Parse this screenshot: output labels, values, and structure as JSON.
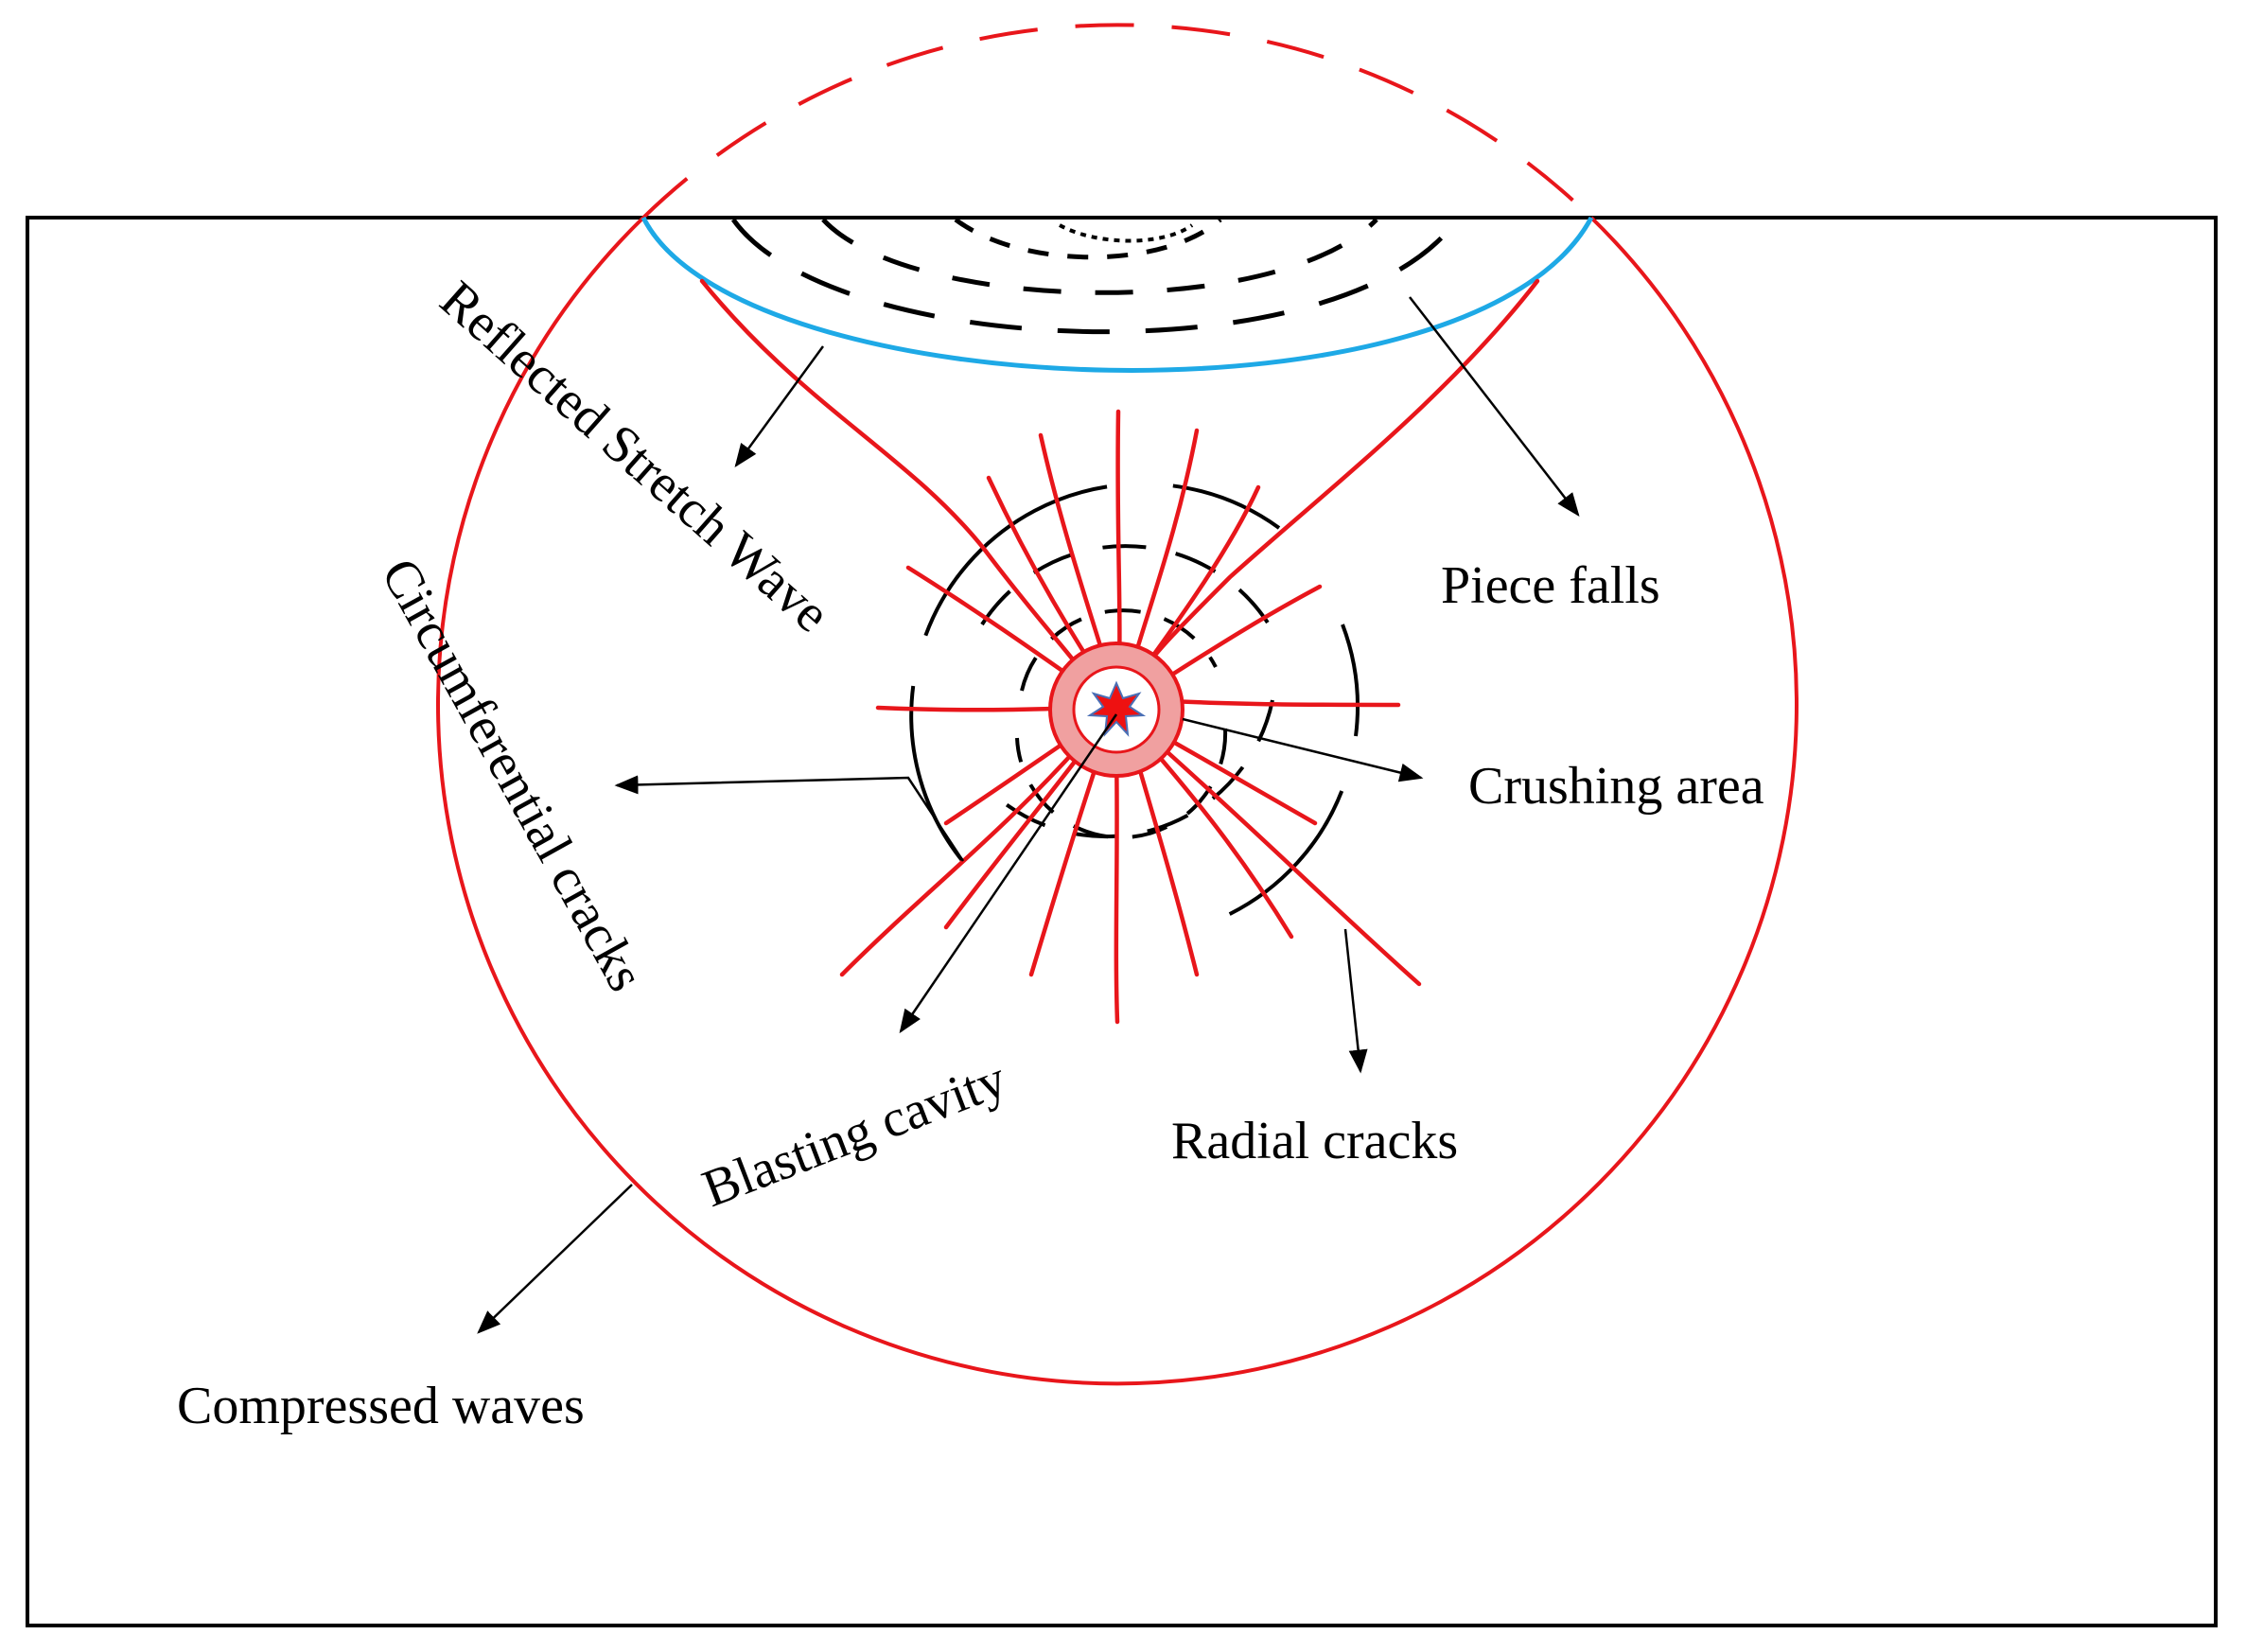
{
  "labels": {
    "reflected_stretch_wave": "Reflected Stretch Wave",
    "circumferential_cracks": "Circumferential cracks",
    "piece_falls": "Piece falls",
    "crushing_area": "Crushing area",
    "blasting_cavity": "Blasting cavity",
    "radial_cracks": "Radial cracks",
    "compressed_waves": "Compressed waves"
  },
  "colors": {
    "compressed_wave": "#e8161b",
    "reflected_wave": "#1ea9e6",
    "cracks": "#e8161b",
    "crushing_area": "#f0a0a0",
    "blast_core": "#ee1111",
    "annotation": "#000000"
  }
}
